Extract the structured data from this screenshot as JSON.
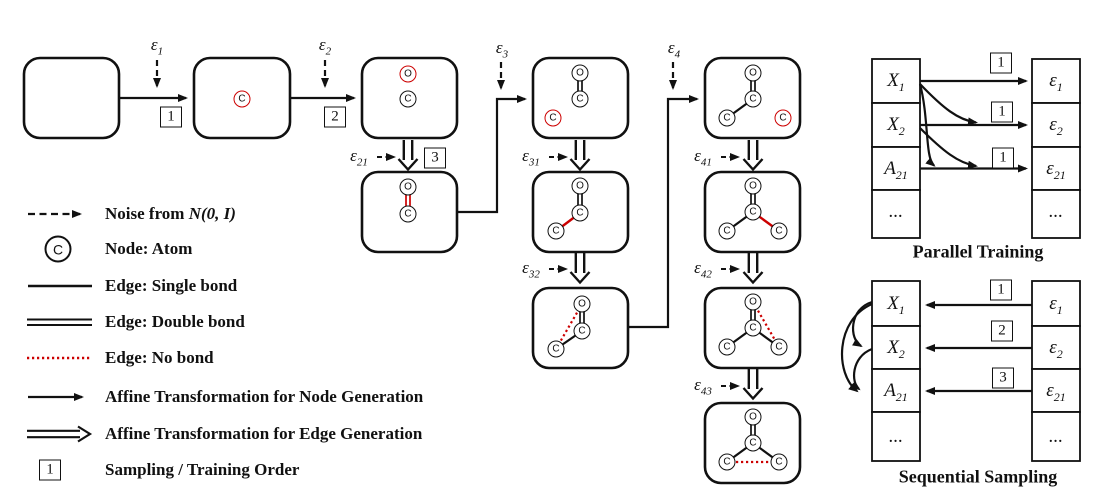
{
  "palette": {
    "accent_red": "#cc0000",
    "ink": "#111111",
    "background": "#ffffff"
  },
  "legend": {
    "items": [
      {
        "symbol": "dashed-arrow-icon",
        "label": "Noise from",
        "math": "N(0, I)"
      },
      {
        "symbol": "atom-node-icon",
        "atom": "C",
        "label": "Node: Atom"
      },
      {
        "symbol": "single-bond-icon",
        "label": "Edge: Single bond"
      },
      {
        "symbol": "double-bond-icon",
        "label": "Edge: Double bond"
      },
      {
        "symbol": "no-bond-icon",
        "label": "Edge: No bond"
      },
      {
        "symbol": "node-affine-arrow-icon",
        "label": "Affine Transformation for Node Generation"
      },
      {
        "symbol": "edge-affine-arrow-icon",
        "label": "Affine Transformation for Edge Generation"
      },
      {
        "symbol": "order-badge-icon",
        "badge": "1",
        "label": "Sampling / Training Order"
      }
    ]
  },
  "flow": {
    "step_noise": [
      {
        "base": "ε",
        "sub": "1"
      },
      {
        "base": "ε",
        "sub": "2"
      },
      {
        "base": "ε",
        "sub": "3"
      },
      {
        "base": "ε",
        "sub": "4"
      }
    ],
    "edge_noise": [
      {
        "base": "ε",
        "sub": "21"
      },
      {
        "base": "ε",
        "sub": "31"
      },
      {
        "base": "ε",
        "sub": "32"
      },
      {
        "base": "ε",
        "sub": "41"
      },
      {
        "base": "ε",
        "sub": "42"
      },
      {
        "base": "ε",
        "sub": "43"
      }
    ],
    "order_badges": [
      "1",
      "2",
      "3"
    ],
    "molecules": {
      "b2": {
        "atoms": [
          {
            "s": "C",
            "new": true
          }
        ],
        "bonds": []
      },
      "b3": {
        "atoms": [
          {
            "s": "O",
            "new": true
          },
          {
            "s": "C"
          }
        ],
        "bonds": []
      },
      "b4": {
        "atoms": [
          {
            "s": "O"
          },
          {
            "s": "C"
          }
        ],
        "bonds": [
          {
            "a": "O",
            "b": "C",
            "type": "double",
            "new": true
          }
        ]
      },
      "b5": {
        "atoms": [
          {
            "s": "O"
          },
          {
            "s": "C"
          },
          {
            "s": "C",
            "new": true
          }
        ],
        "bonds": [
          {
            "a": "O",
            "b": "C1",
            "type": "double"
          }
        ]
      },
      "b6": {
        "atoms": [
          {
            "s": "O"
          },
          {
            "s": "C"
          },
          {
            "s": "C"
          }
        ],
        "bonds": [
          {
            "a": "O",
            "b": "C1",
            "type": "double"
          },
          {
            "a": "C1",
            "b": "C2",
            "type": "single",
            "new": true
          }
        ]
      },
      "b7": {
        "atoms": [
          {
            "s": "O"
          },
          {
            "s": "C"
          },
          {
            "s": "C"
          }
        ],
        "bonds": [
          {
            "a": "O",
            "b": "C1",
            "type": "double"
          },
          {
            "a": "C1",
            "b": "C2",
            "type": "single"
          },
          {
            "a": "O",
            "b": "C2",
            "type": "none",
            "new": true
          }
        ]
      },
      "b8": {
        "atoms": [
          {
            "s": "O"
          },
          {
            "s": "C"
          },
          {
            "s": "C"
          },
          {
            "s": "C",
            "new": true
          }
        ],
        "bonds": [
          {
            "a": "O",
            "b": "C1",
            "type": "double"
          },
          {
            "a": "C1",
            "b": "C2",
            "type": "single"
          }
        ]
      },
      "b9": {
        "atoms": [
          {
            "s": "O"
          },
          {
            "s": "C"
          },
          {
            "s": "C"
          },
          {
            "s": "C"
          }
        ],
        "bonds": [
          {
            "a": "O",
            "b": "C1",
            "type": "double"
          },
          {
            "a": "C1",
            "b": "C2",
            "type": "single"
          },
          {
            "a": "C1",
            "b": "C3",
            "type": "single",
            "new": true
          }
        ]
      },
      "b10": {
        "atoms": [
          {
            "s": "O"
          },
          {
            "s": "C"
          },
          {
            "s": "C"
          },
          {
            "s": "C"
          }
        ],
        "bonds": [
          {
            "a": "O",
            "b": "C1",
            "type": "double"
          },
          {
            "a": "C1",
            "b": "C2",
            "type": "single"
          },
          {
            "a": "C1",
            "b": "C3",
            "type": "single"
          },
          {
            "a": "O",
            "b": "C3",
            "type": "none",
            "new": true
          }
        ]
      },
      "b11": {
        "atoms": [
          {
            "s": "O"
          },
          {
            "s": "C"
          },
          {
            "s": "C"
          },
          {
            "s": "C"
          }
        ],
        "bonds": [
          {
            "a": "O",
            "b": "C1",
            "type": "double"
          },
          {
            "a": "C1",
            "b": "C2",
            "type": "single"
          },
          {
            "a": "C1",
            "b": "C3",
            "type": "single"
          },
          {
            "a": "C2",
            "b": "C3",
            "type": "none",
            "new": true
          }
        ]
      }
    }
  },
  "parallel": {
    "title": "Parallel Training",
    "left_cells": [
      {
        "base": "X",
        "sub": "1"
      },
      {
        "base": "X",
        "sub": "2"
      },
      {
        "base": "A",
        "sub": "21"
      },
      {
        "base": "...",
        "sub": ""
      }
    ],
    "right_cells": [
      {
        "base": "ε",
        "sub": "1"
      },
      {
        "base": "ε",
        "sub": "2"
      },
      {
        "base": "ε",
        "sub": "21"
      },
      {
        "base": "...",
        "sub": ""
      }
    ],
    "order_badges": [
      "1",
      "1",
      "1"
    ]
  },
  "sequential": {
    "title": "Sequential Sampling",
    "left_cells": [
      {
        "base": "X",
        "sub": "1"
      },
      {
        "base": "X",
        "sub": "2"
      },
      {
        "base": "A",
        "sub": "21"
      },
      {
        "base": "...",
        "sub": ""
      }
    ],
    "right_cells": [
      {
        "base": "ε",
        "sub": "1"
      },
      {
        "base": "ε",
        "sub": "2"
      },
      {
        "base": "ε",
        "sub": "21"
      },
      {
        "base": "...",
        "sub": ""
      }
    ],
    "order_badges": [
      "1",
      "2",
      "3"
    ]
  }
}
